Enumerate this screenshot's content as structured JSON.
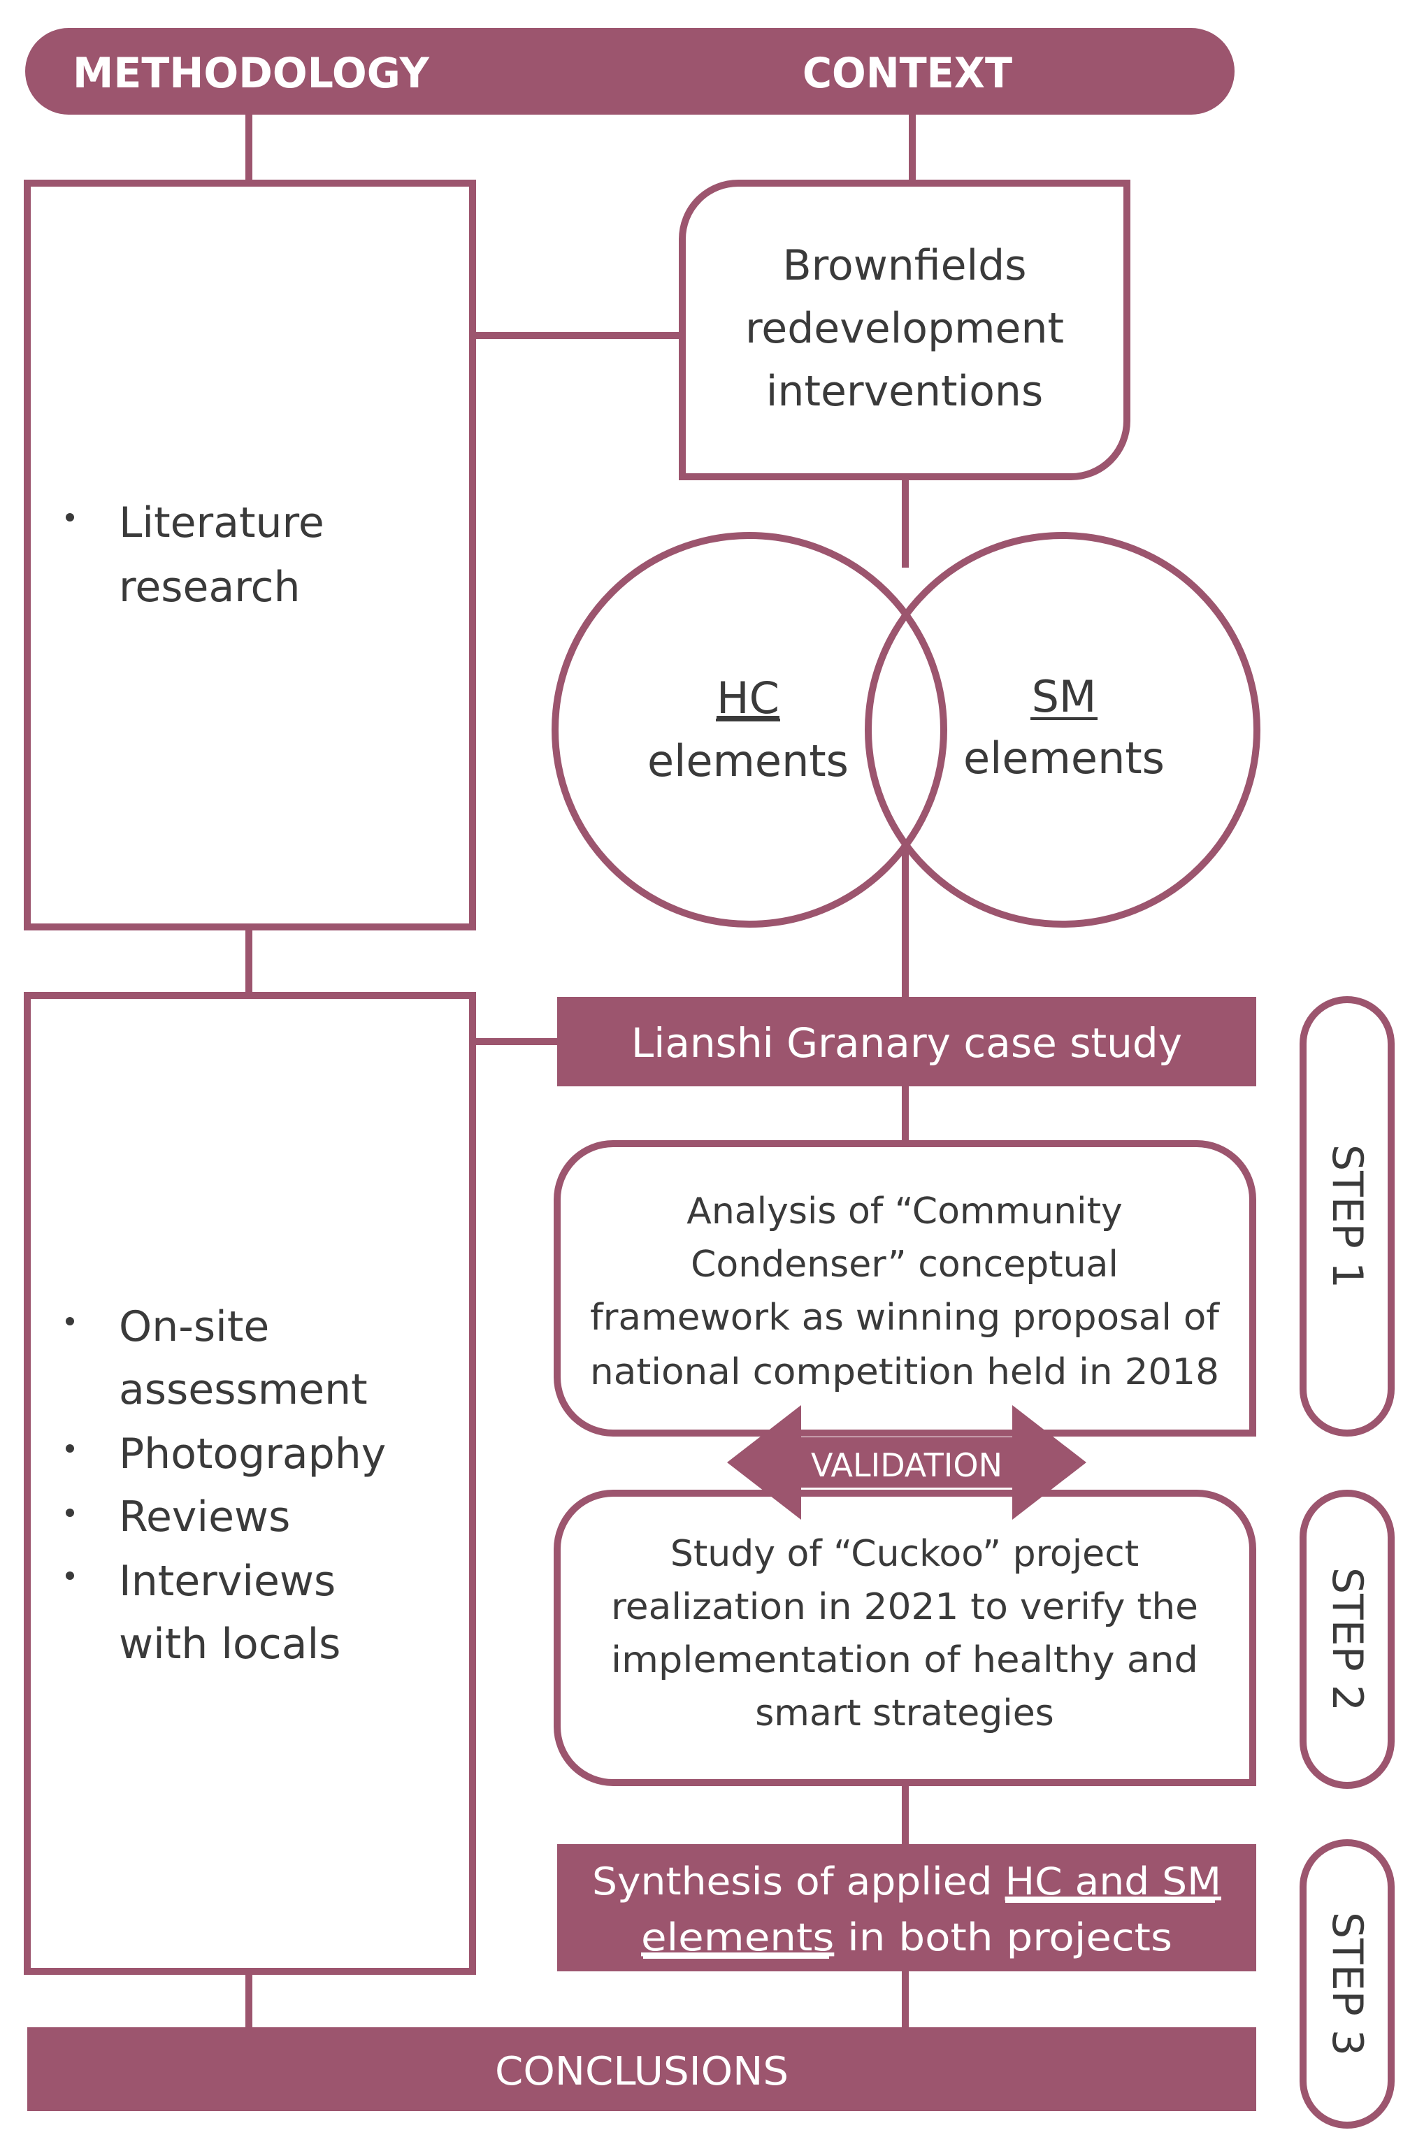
{
  "header": {
    "methodology": "METHODOLOGY",
    "context": "CONTEXT"
  },
  "methods": {
    "literature": [
      "Literature",
      "research"
    ],
    "fieldwork": [
      "On-site",
      "assessment",
      "Photography",
      "Reviews",
      "Interviews",
      "with locals"
    ]
  },
  "context": {
    "brownfields": [
      "Brownfields",
      "redevelopment",
      "interventions"
    ],
    "hc": {
      "abbr": "HC",
      "word": "elements"
    },
    "sm": {
      "abbr": "SM",
      "word": "elements"
    },
    "case_study": "Lianshi Granary case study",
    "step1_text": [
      "Analysis of “Community",
      "Condenser” conceptual",
      "framework as winning proposal of",
      "national competition held in 2018"
    ],
    "validation": "VALIDATION",
    "step2_text": [
      "Study of “Cuckoo” project",
      "realization in 2021 to verify the",
      "implementation of healthy and",
      "smart strategies"
    ],
    "synthesis_line1_plain": "Synthesis of applied ",
    "synthesis_line1_underlined": "HC and SM",
    "synthesis_line2_underlined": "elements",
    "synthesis_line2_plain": " in both projects"
  },
  "steps": {
    "step1": "STEP 1",
    "step2": "STEP 2",
    "step3": "STEP 3"
  },
  "footer": {
    "conclusions": "CONCLUSIONS"
  },
  "colors": {
    "accent": "#9c556e",
    "text": "#3a3a3a",
    "background": "#ffffff"
  }
}
